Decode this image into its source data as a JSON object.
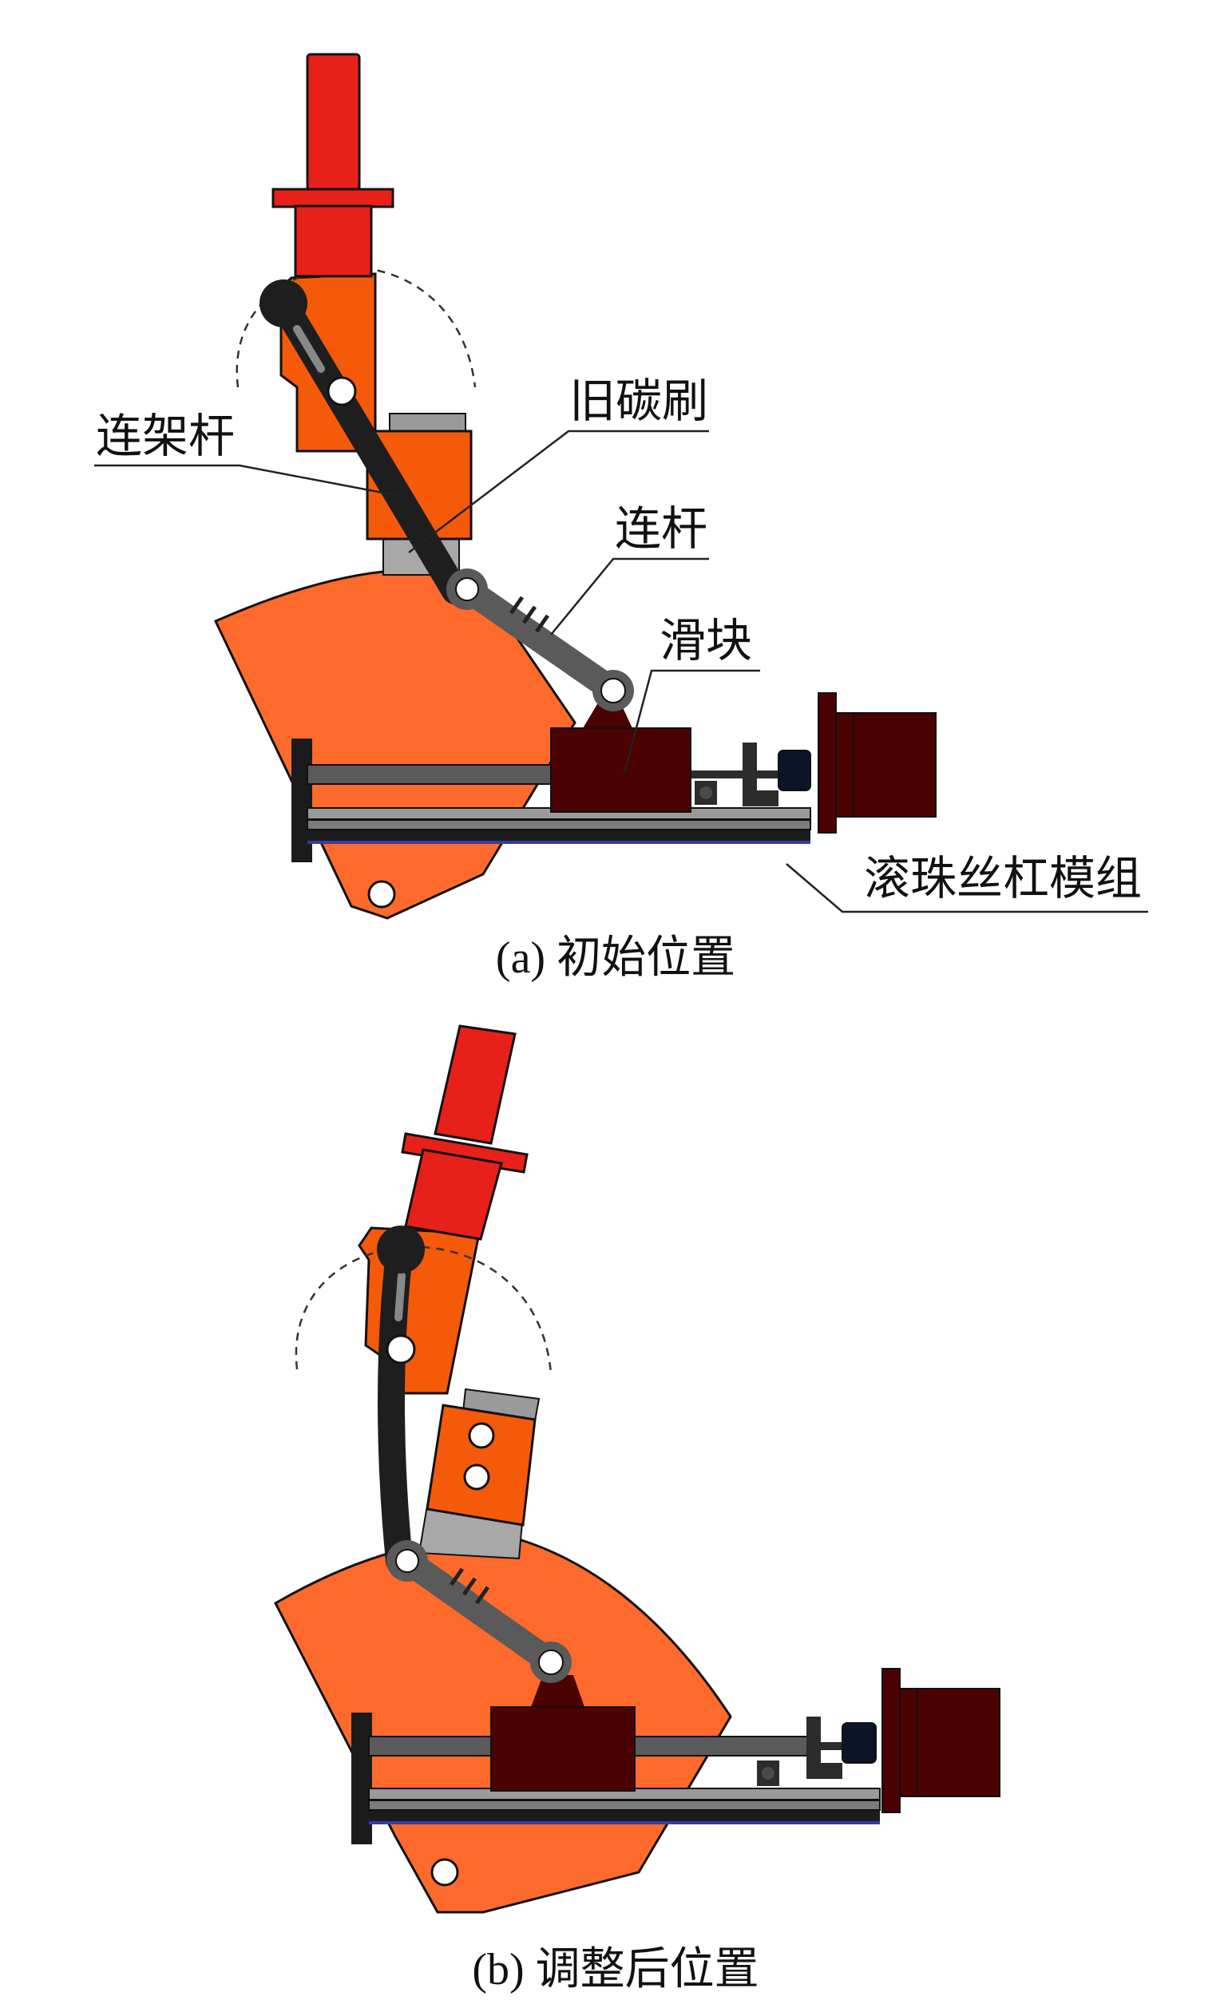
{
  "labels": {
    "link_frame_rod": "连架杆",
    "old_carbon_brush": "旧碳刷",
    "connecting_rod": "连杆",
    "slider": "滑块",
    "ball_screw_module": "滚珠丝杠模组"
  },
  "captions": {
    "a": "(a) 初始位置",
    "b": "(b) 调整后位置"
  },
  "colors": {
    "motor_red": "#e8201a",
    "frame_orange": "#fe6a2c",
    "holder_orange": "#f45a0a",
    "dark_red": "#4a0202",
    "slide_gray": "#7c7c7c",
    "rail_black": "#1b1b1b",
    "link_dark": "#2c2c2c",
    "rod_gray": "#5a5a5a",
    "brush_gray": "#a8a8a8"
  }
}
